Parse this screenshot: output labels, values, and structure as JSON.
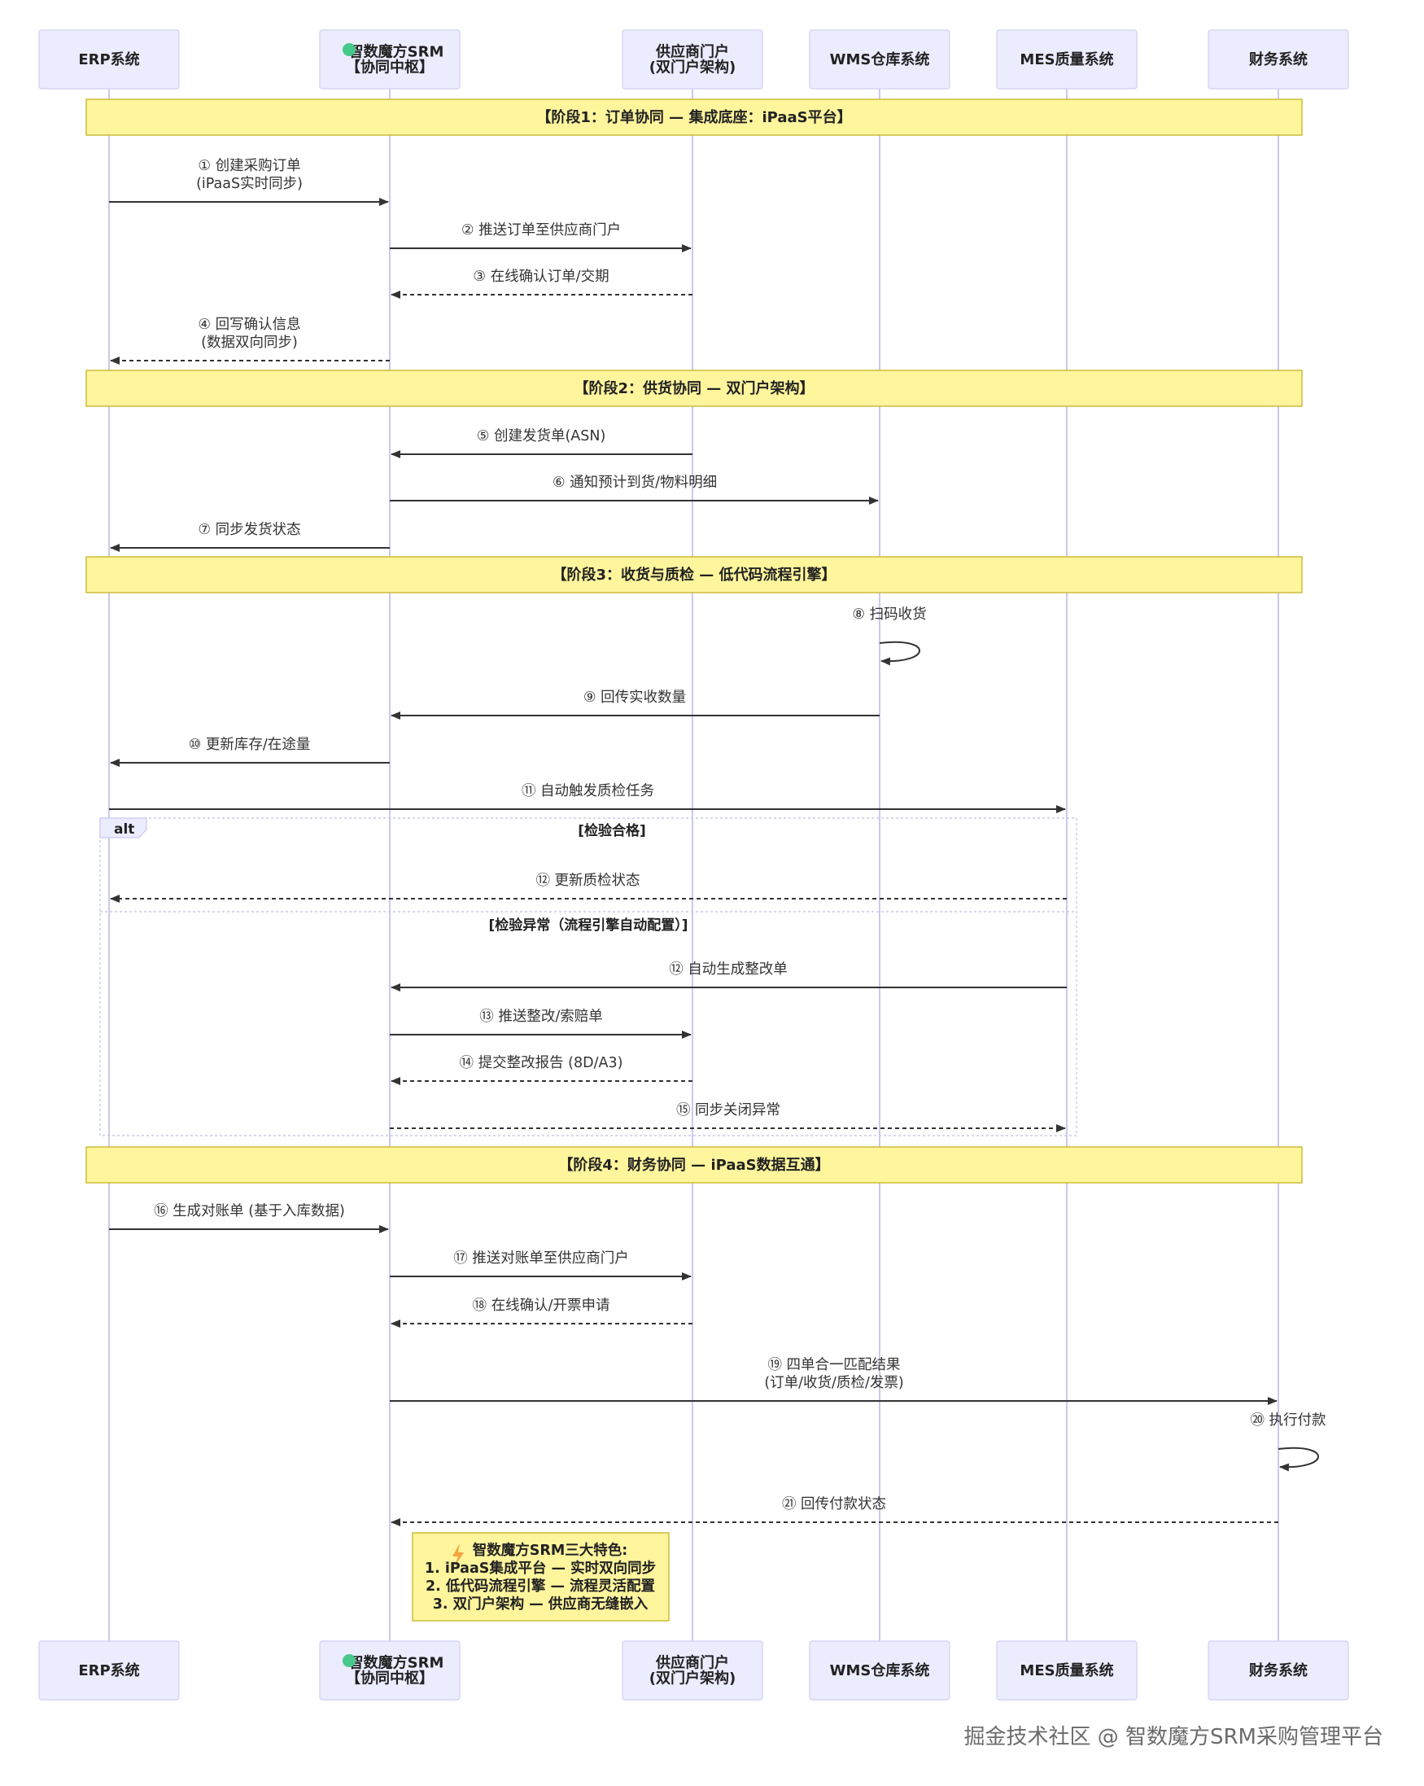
{
  "actors": [
    {
      "id": "erp",
      "lines": [
        "ERP系统"
      ]
    },
    {
      "id": "srm",
      "lines": [
        "智数魔方SRM",
        "【协同中枢】"
      ],
      "icon": "green-dot-icon"
    },
    {
      "id": "portal",
      "lines": [
        "供应商门户",
        "(双门户架构)"
      ]
    },
    {
      "id": "wms",
      "lines": [
        "WMS仓库系统"
      ]
    },
    {
      "id": "mes",
      "lines": [
        "MES质量系统"
      ]
    },
    {
      "id": "fin",
      "lines": [
        "财务系统"
      ]
    }
  ],
  "phases": [
    "【阶段1：订单协同 — 集成底座：iPaaS平台】",
    "【阶段2：供货协同 — 双门户架构】",
    "【阶段3：收货与质检 — 低代码流程引擎】",
    "【阶段4：财务协同 — iPaaS数据互通】"
  ],
  "messages": [
    {
      "from": "erp",
      "to": "srm",
      "style": "solid",
      "lines": [
        "① 创建采购订单",
        "(iPaaS实时同步)"
      ]
    },
    {
      "from": "srm",
      "to": "portal",
      "style": "solid",
      "lines": [
        "② 推送订单至供应商门户"
      ]
    },
    {
      "from": "portal",
      "to": "srm",
      "style": "dotted",
      "lines": [
        "③ 在线确认订单/交期"
      ]
    },
    {
      "from": "srm",
      "to": "erp",
      "style": "dotted",
      "lines": [
        "④ 回写确认信息",
        "(数据双向同步)"
      ]
    },
    {
      "from": "portal",
      "to": "srm",
      "style": "solid",
      "lines": [
        "⑤ 创建发货单(ASN)"
      ]
    },
    {
      "from": "srm",
      "to": "wms",
      "style": "solid",
      "lines": [
        "⑥ 通知预计到货/物料明细"
      ]
    },
    {
      "from": "srm",
      "to": "erp",
      "style": "solid",
      "lines": [
        "⑦ 同步发货状态"
      ]
    },
    {
      "from": "wms",
      "to": "wms",
      "style": "solid",
      "lines": [
        "⑧ 扫码收货"
      ]
    },
    {
      "from": "wms",
      "to": "srm",
      "style": "solid",
      "lines": [
        "⑨ 回传实收数量"
      ]
    },
    {
      "from": "srm",
      "to": "erp",
      "style": "solid",
      "lines": [
        "⑩ 更新库存/在途量"
      ]
    },
    {
      "from": "erp",
      "to": "mes",
      "style": "solid",
      "lines": [
        "⑪ 自动触发质检任务"
      ]
    },
    {
      "from": "mes",
      "to": "erp",
      "style": "dotted",
      "lines": [
        "⑫ 更新质检状态"
      ]
    },
    {
      "from": "mes",
      "to": "srm",
      "style": "solid",
      "lines": [
        "⑫ 自动生成整改单"
      ]
    },
    {
      "from": "srm",
      "to": "portal",
      "style": "solid",
      "lines": [
        "⑬ 推送整改/索赔单"
      ]
    },
    {
      "from": "portal",
      "to": "srm",
      "style": "dotted",
      "lines": [
        "⑭ 提交整改报告 (8D/A3)"
      ]
    },
    {
      "from": "srm",
      "to": "mes",
      "style": "dotted",
      "lines": [
        "⑮ 同步关闭异常"
      ]
    },
    {
      "from": "erp",
      "to": "srm",
      "style": "solid",
      "lines": [
        "⑯ 生成对账单 (基于入库数据)"
      ]
    },
    {
      "from": "srm",
      "to": "portal",
      "style": "solid",
      "lines": [
        "⑰ 推送对账单至供应商门户"
      ]
    },
    {
      "from": "portal",
      "to": "srm",
      "style": "dotted",
      "lines": [
        "⑱ 在线确认/开票申请"
      ]
    },
    {
      "from": "srm",
      "to": "fin",
      "style": "solid",
      "lines": [
        "⑲ 四单合一匹配结果",
        "(订单/收货/质检/发票)"
      ]
    },
    {
      "from": "fin",
      "to": "fin",
      "style": "solid",
      "lines": [
        "⑳ 执行付款"
      ]
    },
    {
      "from": "fin",
      "to": "srm",
      "style": "dotted",
      "lines": [
        "㉑ 回传付款状态"
      ]
    }
  ],
  "alt": {
    "tag": "alt",
    "conditions": [
      "[检验合格]",
      "[检验异常（流程引擎自动配置）]"
    ]
  },
  "note": {
    "icon": "lightning-icon",
    "lines": [
      "智数魔方SRM三大特色:",
      "1. iPaaS集成平台 — 实时双向同步",
      "2. 低代码流程引擎 — 流程灵活配置",
      "3. 双门户架构 — 供应商无缝嵌入"
    ]
  },
  "watermark": "掘金技术社区 @ 智数魔方SRM采购管理平台",
  "colors": {
    "actor_fill": "#ECECFF",
    "phase_fill": "#FFF59D",
    "lifeline": "#c9c9ee",
    "icon_green": "#46c98a",
    "icon_lightning": "#f4a340"
  }
}
